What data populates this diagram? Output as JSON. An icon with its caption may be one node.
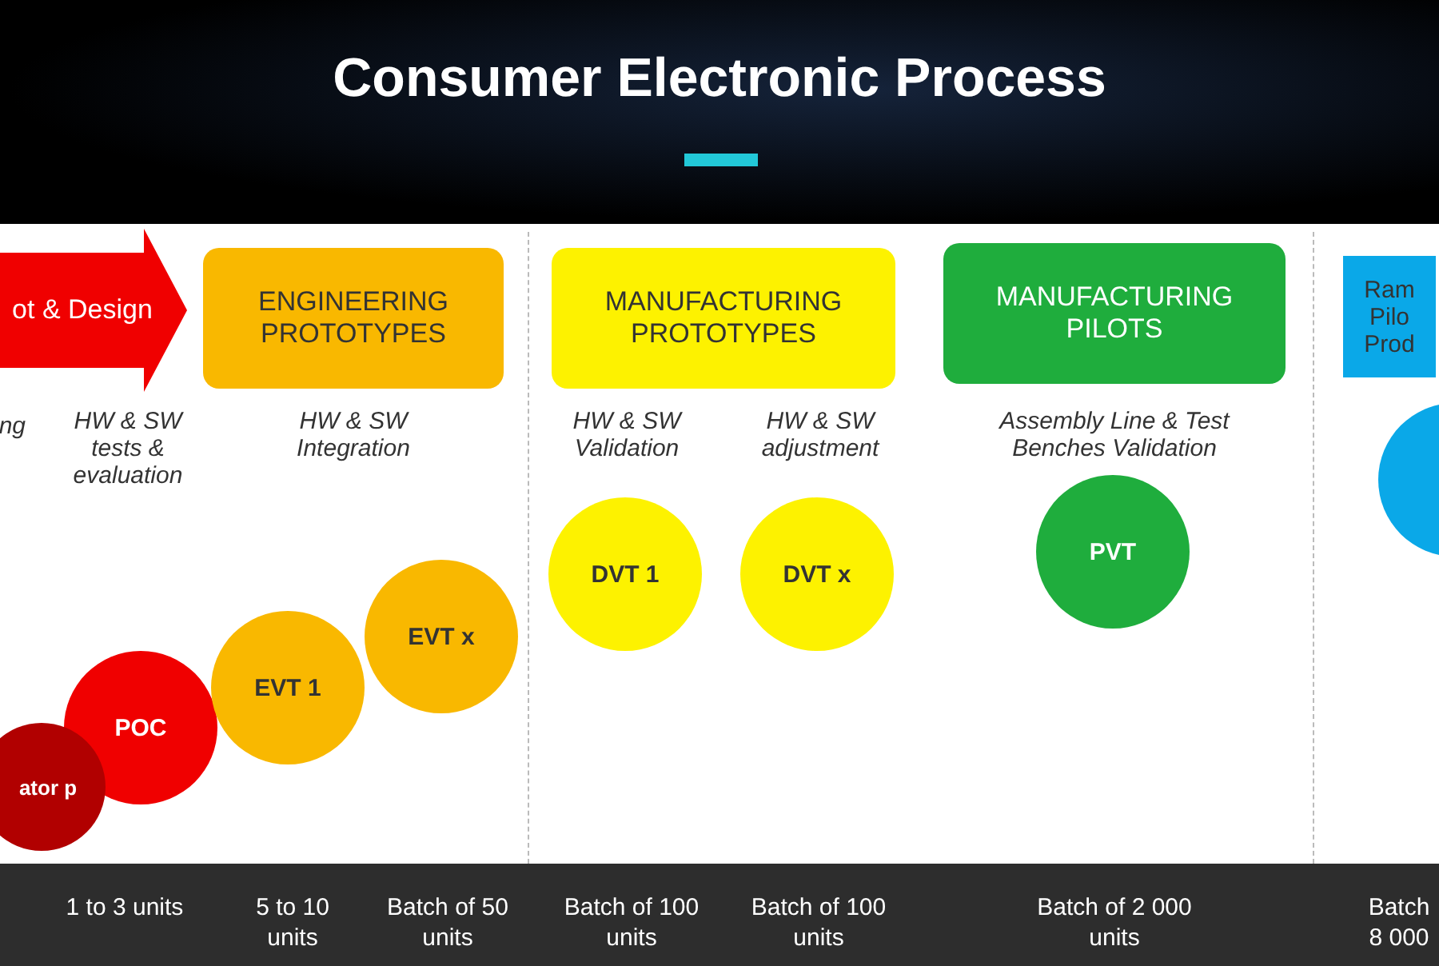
{
  "diagram": {
    "title": "Consumer Electronic Process",
    "nodes": [
      {
        "text": [
          "ot & Design"
        ]
      },
      {
        "text": [
          "ENGINEERING PROTOTYPES"
        ]
      },
      {
        "text": [
          "MANUFACTURING PROTOTYPES"
        ]
      },
      {
        "text": [
          "MANUFACTURING PILOTS"
        ]
      },
      {
        "text": [
          "Ram Pilo Prod"
        ]
      },
      {
        "text": [
          "ator p"
        ]
      },
      {
        "text": [
          "POC"
        ]
      },
      {
        "text": [
          "EVT 1"
        ]
      },
      {
        "text": [
          "EVT x"
        ]
      },
      {
        "text": [
          "DVT 1"
        ]
      },
      {
        "text": [
          "DVT x"
        ]
      },
      {
        "text": [
          "PVT"
        ]
      },
      {
        "text": [],
        "shape": "circle"
      }
    ],
    "labels": [
      "ng",
      "HW & SW tests & evaluation",
      "HW & SW Integration",
      "HW & SW Validation",
      "HW & SW adjustment",
      "Assembly Line & Test Benches Validation",
      "1 to 3 units",
      "5 to 10 units",
      "Batch of 50 units",
      "Batch of 100 units",
      "Batch of 100 units",
      "Batch of 2 000 units",
      "Batch 8 000"
    ]
  }
}
